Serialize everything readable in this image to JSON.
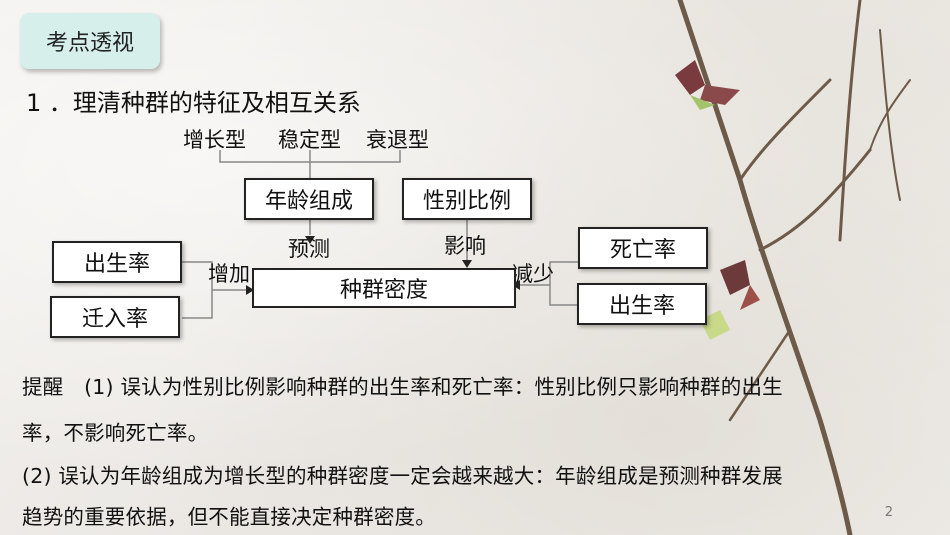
{
  "header": {
    "tag": "考点透视"
  },
  "section": {
    "title": "1 ．理清种群的特征及相互关系"
  },
  "diagram": {
    "types": {
      "growth": "增长型",
      "stable": "稳定型",
      "decline": "衰退型"
    },
    "age_structure": "年龄组成",
    "sex_ratio": "性别比例",
    "predict": "预测",
    "influence": "影响",
    "increase": "增加",
    "decrease": "减少",
    "density": "种群密度",
    "left_boxes": {
      "birth": "出生率",
      "immigration": "迁入率"
    },
    "right_boxes": {
      "death": "死亡率",
      "birth": "出生率"
    }
  },
  "notes": {
    "line1": "提醒　(1) 误认为性别比例影响种群的出生率和死亡率：性别比例只影响种群的出生",
    "line2": "率，不影响死亡率。",
    "line3": "(2) 误认为年龄组成为增长型的种群密度一定会越来越大：年龄组成是预测种群发展",
    "line4": "趋势的重要依据，但不能直接决定种群密度。"
  },
  "page": {
    "number": "2"
  }
}
